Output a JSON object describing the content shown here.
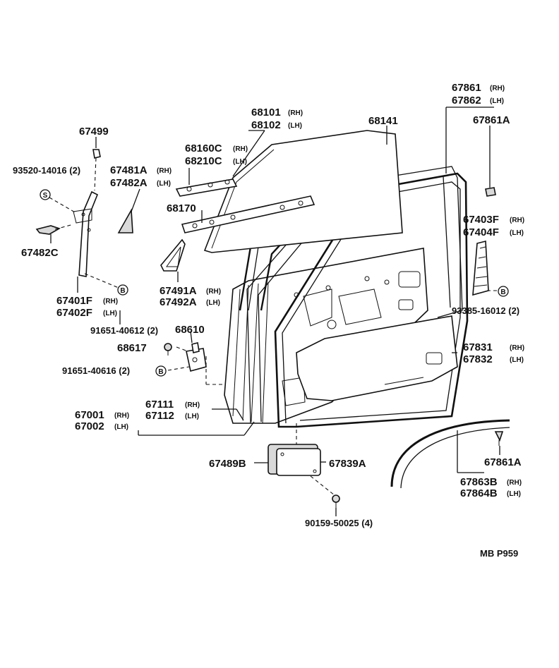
{
  "diagram": {
    "part_labels": {
      "p67499": "67499",
      "p93520": "93520-14016 (2)",
      "p67481A": "67481A",
      "p67482A": "67482A",
      "p68160C": "68160C",
      "p68210C": "68210C",
      "p68101": "68101",
      "p68102": "68102",
      "p68141": "68141",
      "p67861": "67861",
      "p67862": "67862",
      "p67861A_top": "67861A",
      "p68170": "68170",
      "p67482C": "67482C",
      "p67403F": "67403F",
      "p67404F": "67404F",
      "p67491A": "67491A",
      "p67492A": "67492A",
      "p67401F": "67401F",
      "p67402F": "67402F",
      "p93385": "93385-16012 (2)",
      "p91651_40612": "91651-40612 (2)",
      "p68610": "68610",
      "p68617": "68617",
      "p67831": "67831",
      "p67832": "67832",
      "p91651_40616": "91651-40616 (2)",
      "p67111": "67111",
      "p67112": "67112",
      "p67001": "67001",
      "p67002": "67002",
      "p67489B": "67489B",
      "p67839A": "67839A",
      "p67861A_bottom": "67861A",
      "p67863B": "67863B",
      "p67864B": "67864B",
      "p90159": "90159-50025 (4)"
    },
    "side_tags": {
      "rh": "(RH)",
      "lh": "(LH)"
    },
    "fastener_symbols": {
      "s": "S",
      "b": "B"
    },
    "footer_code": "MB  P959"
  }
}
